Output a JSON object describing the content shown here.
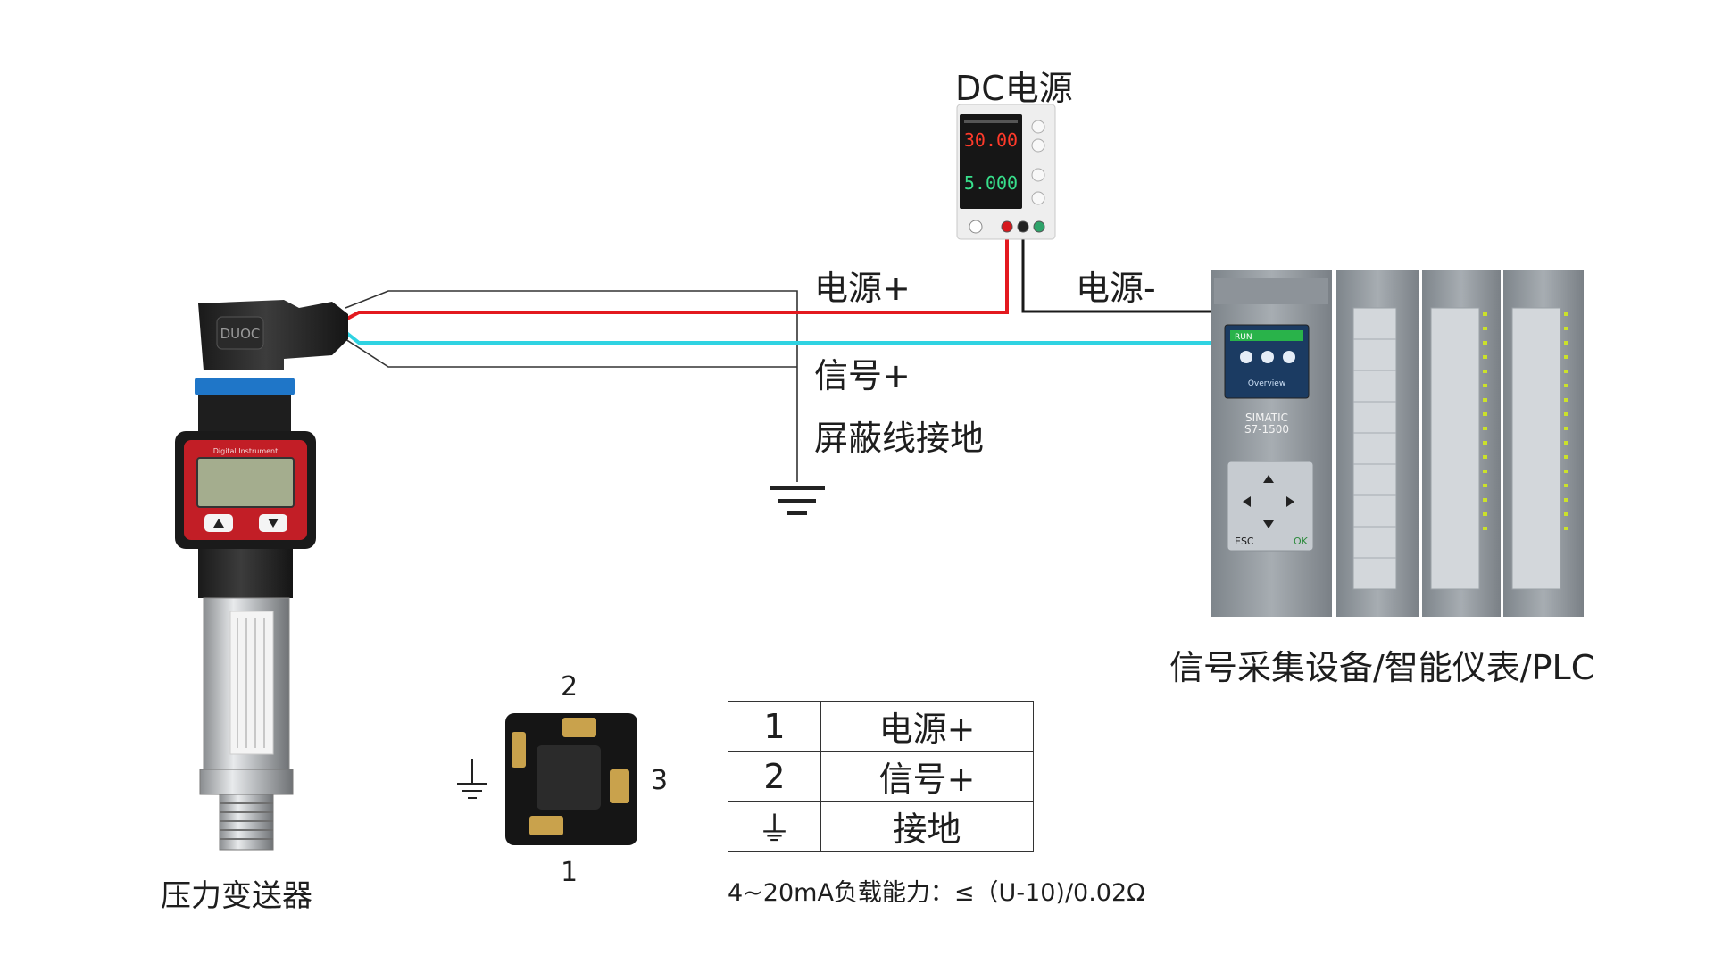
{
  "power_supply": {
    "title": "DC电源",
    "voltage_display": "30.00",
    "current_display": "5.000"
  },
  "wires": {
    "power_plus": "电源+",
    "power_minus": "电源-",
    "signal_plus": "信号+",
    "shield_ground": "屏蔽线接地"
  },
  "transmitter": {
    "label": "压力变送器",
    "brand": "DUOC",
    "display_caption": "Digital Instrument"
  },
  "plc": {
    "label": "信号采集设备/智能仪表/PLC",
    "model_line1": "SIMATIC",
    "model_line2": "S7-1500",
    "screen_status": "RUN",
    "screen_caption": "Overview",
    "esc_key": "ESC",
    "ok_key": "OK"
  },
  "connector": {
    "pin_top": "2",
    "pin_right": "3",
    "pin_bottom": "1"
  },
  "pin_table": [
    {
      "pin": "1",
      "function": "电源+"
    },
    {
      "pin": "2",
      "function": "信号+"
    },
    {
      "pin": "⏚",
      "function": "接地"
    }
  ],
  "load_note": "4~20mA负载能力：≤（U-10)/0.02Ω",
  "colors": {
    "power_plus_wire": "#e3191f",
    "power_minus_wire": "#1a1a1a",
    "signal_wire": "#2fd3e2",
    "shield_wire": "#333333"
  }
}
